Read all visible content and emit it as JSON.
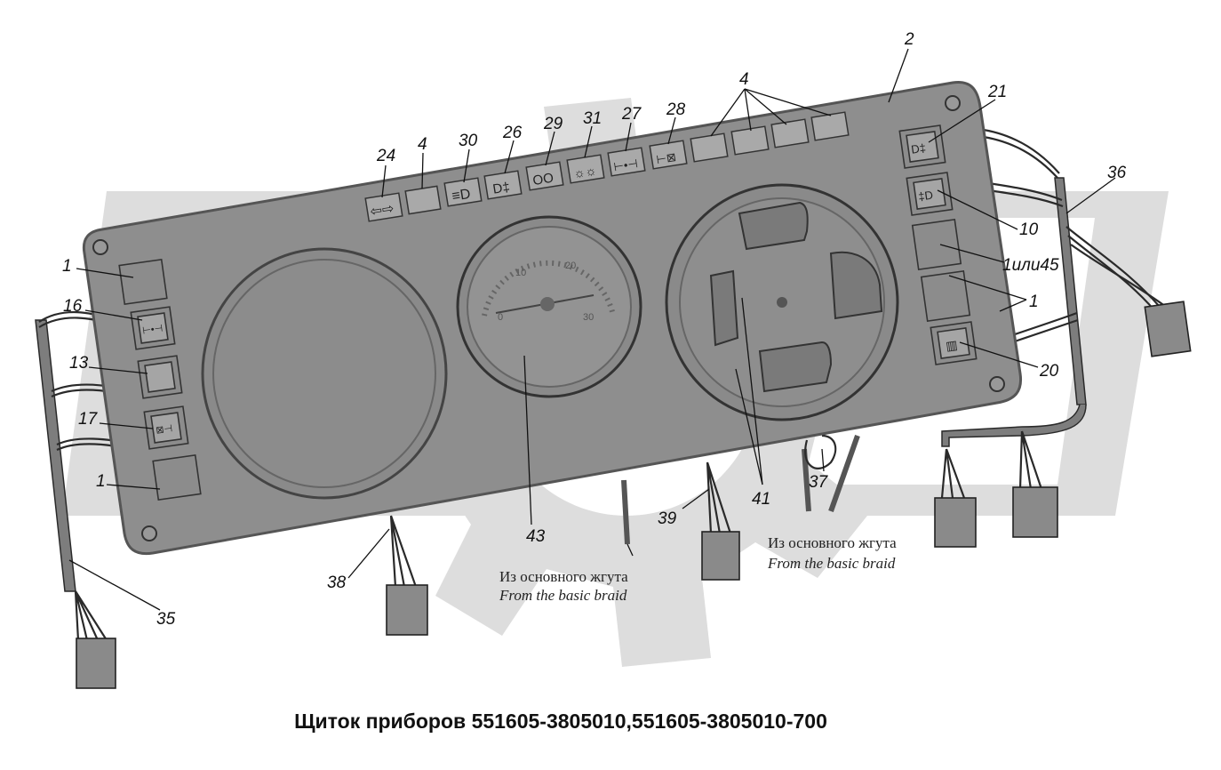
{
  "caption": "Щиток приборов 551605-3805010,551605-3805010-700",
  "notes": {
    "left_ru": "Из основного жгута",
    "left_en": "From the basic braid",
    "right_ru": "Из основного жгута",
    "right_en": "From the basic braid"
  },
  "dial_numbers": {
    "n0": "0",
    "n10": "10",
    "n20": "20",
    "n30": "30"
  },
  "callouts": {
    "c1a": "1",
    "c1b": "1",
    "c1c": "1",
    "c1ili45": "1или45",
    "c2": "2",
    "c4a": "4",
    "c4b": "4",
    "c10": "10",
    "c13": "13",
    "c16": "16",
    "c17": "17",
    "c20": "20",
    "c21": "21",
    "c24": "24",
    "c26": "26",
    "c27": "27",
    "c28": "28",
    "c29": "29",
    "c30": "30",
    "c31": "31",
    "c35": "35",
    "c36": "36",
    "c37": "37",
    "c38": "38",
    "c39": "39",
    "c41": "41",
    "c43": "43"
  },
  "colors": {
    "panel": "#8e8e8e",
    "panel_edge": "#555555",
    "watermark": "#dddddd",
    "connector": "#8a8a8a",
    "wire": "#2a2a2a"
  },
  "icons": {
    "turn_signal": "turn-signal-icon",
    "high_beam": "high-beam-icon",
    "fog_light": "fog-light-icon",
    "parking_lights": "parking-lights-icon",
    "glow_plug": "glow-plug-icon",
    "axle_lock": "axle-lock-icon",
    "diff_lock": "diff-lock-icon",
    "heater": "heater-icon"
  }
}
